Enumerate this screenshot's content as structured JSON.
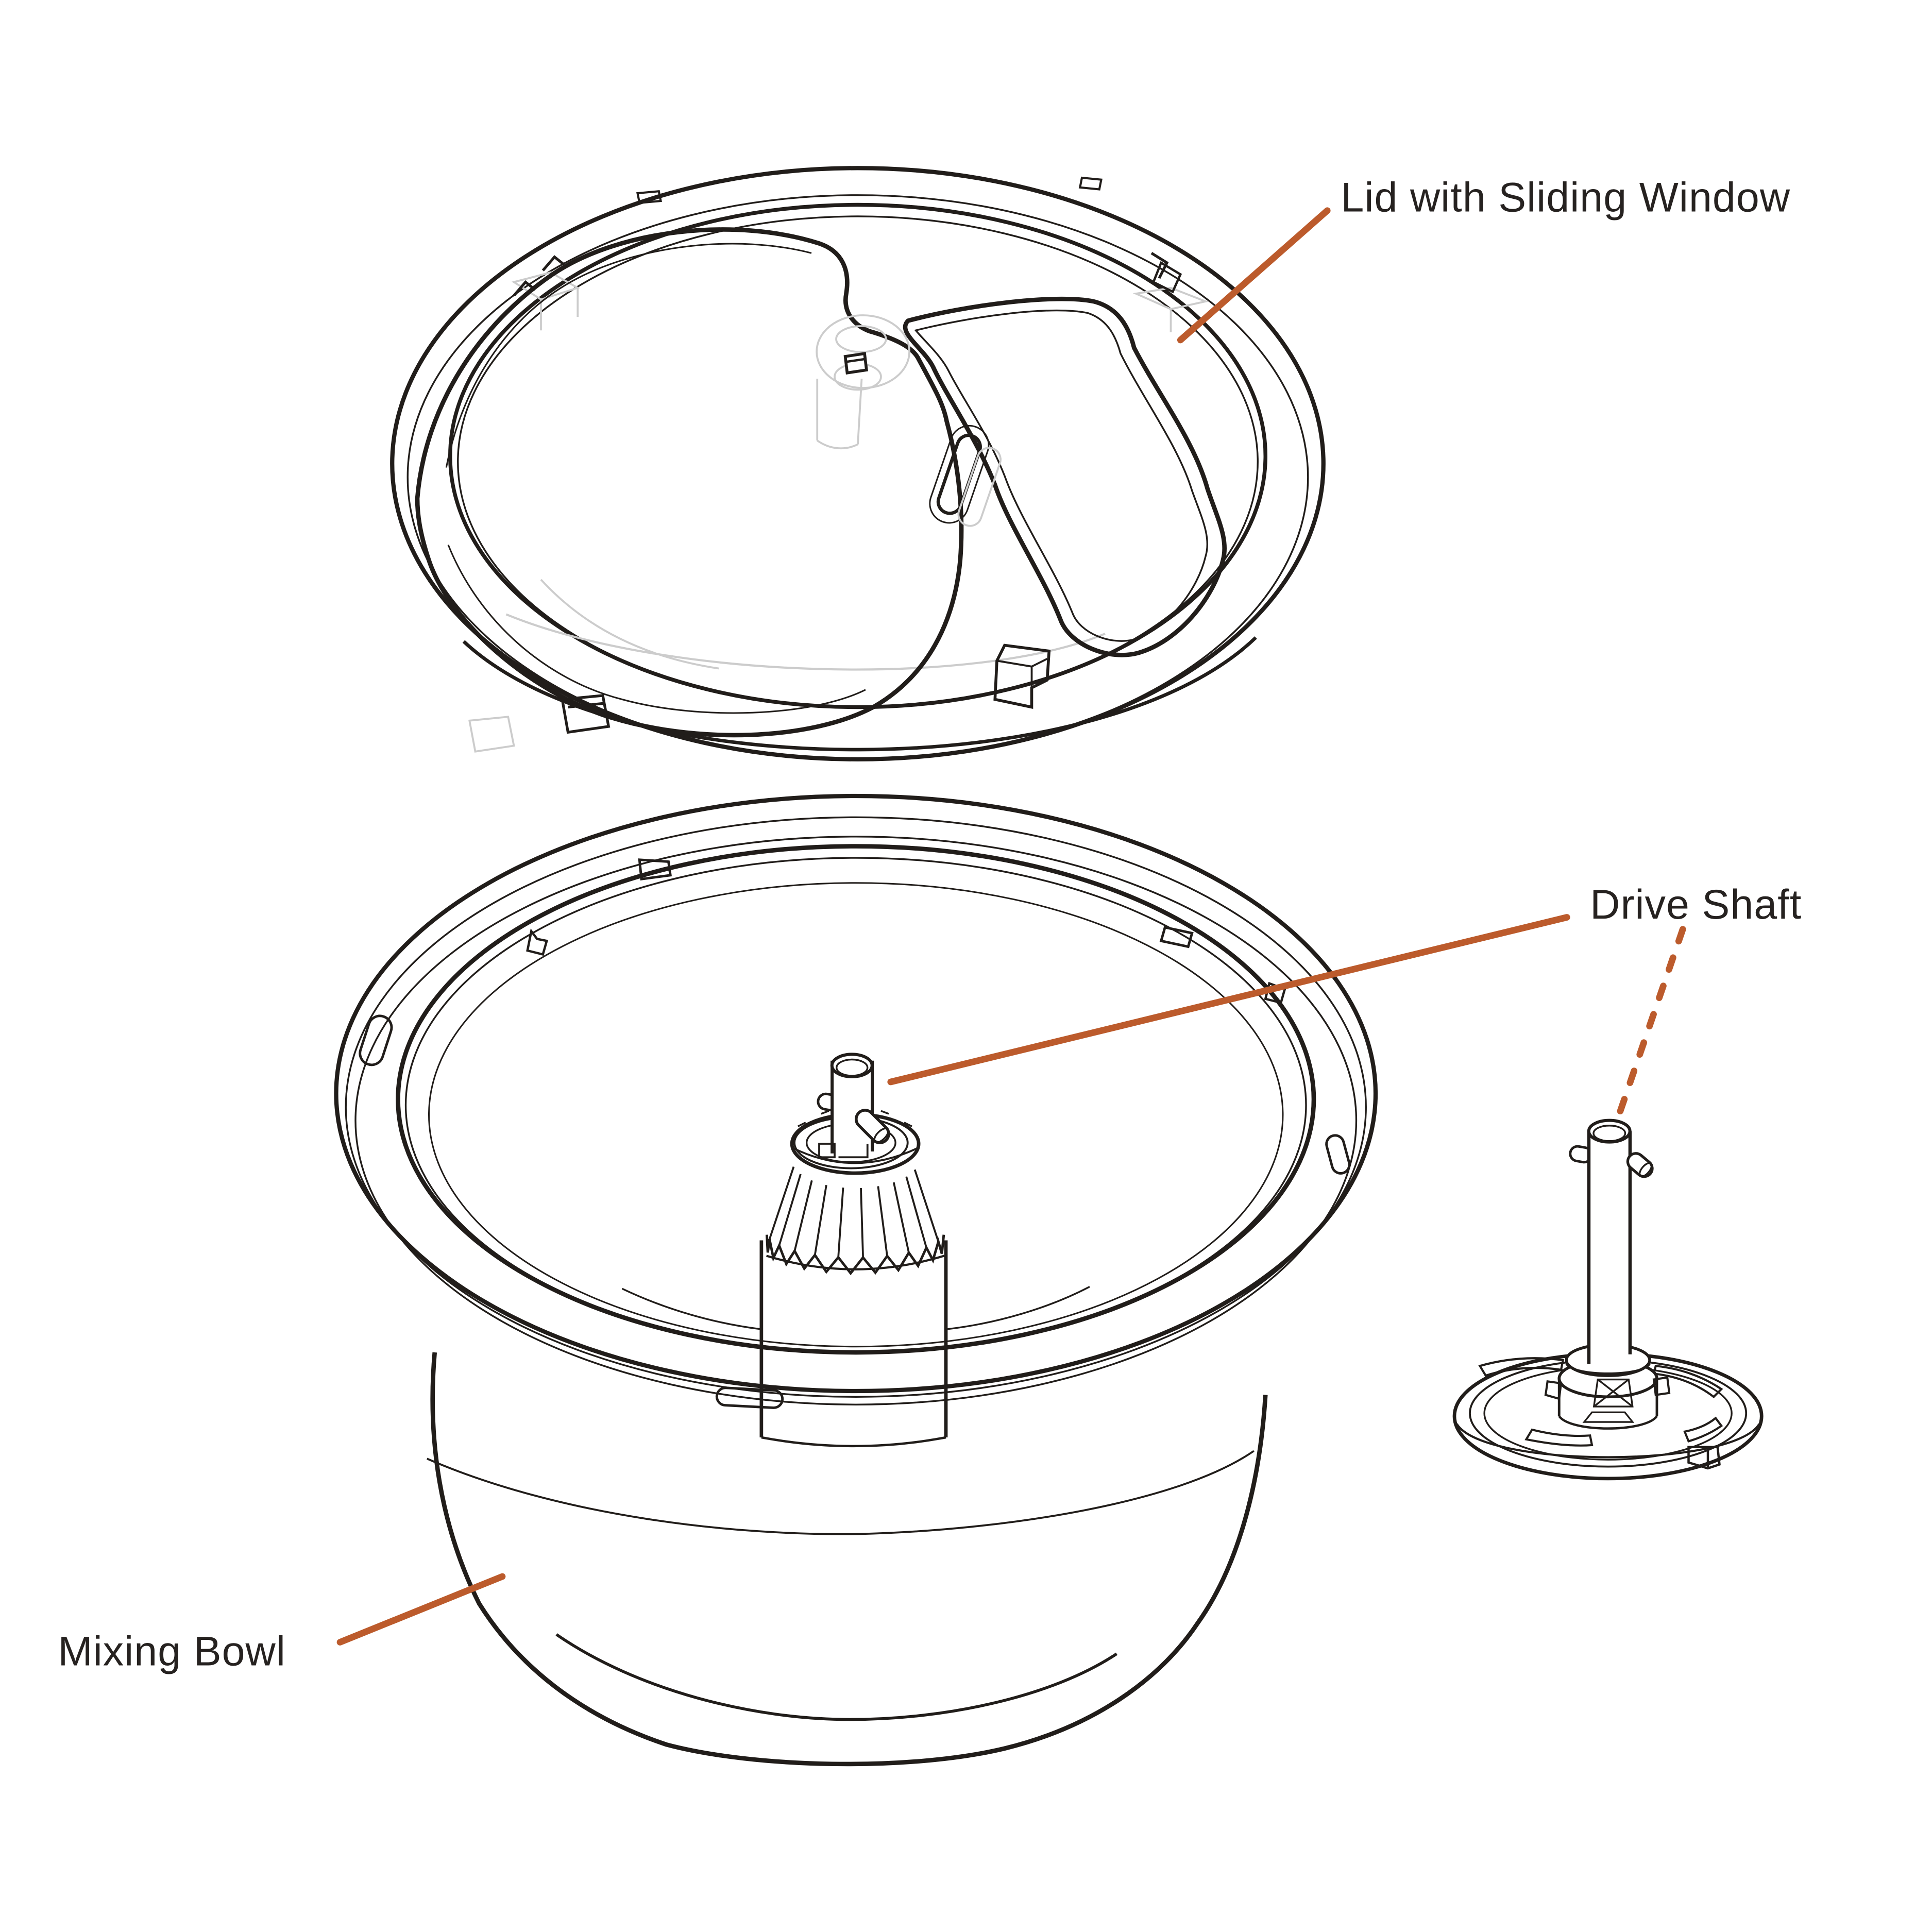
{
  "diagram": {
    "type": "exploded-parts-line-diagram",
    "background": "#ffffff",
    "colors": {
      "outline": "#211d1a",
      "hidden_line": "#cccccc",
      "accent": "#bc5b2c",
      "label_text": "#262220"
    },
    "labels": {
      "lid": "Lid with Sliding Window",
      "drive_shaft": "Drive Shaft",
      "mixing_bowl": "Mixing Bowl"
    },
    "leaders": {
      "lid": "solid",
      "drive_shaft_to_bowl": "solid",
      "drive_shaft_to_part": "dashed",
      "mixing_bowl": "solid"
    }
  }
}
